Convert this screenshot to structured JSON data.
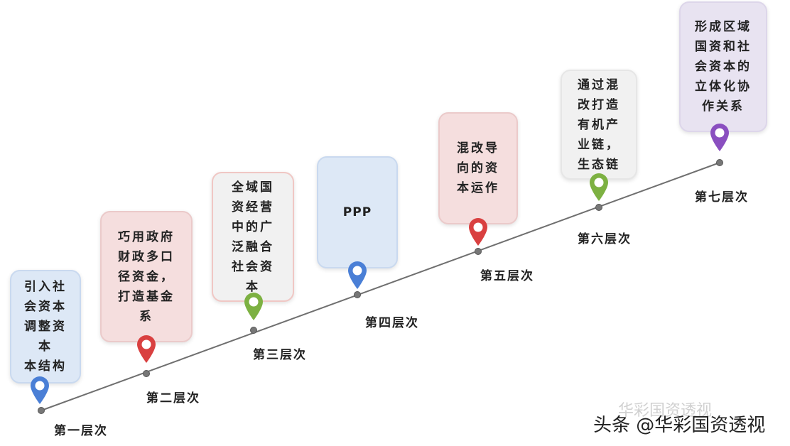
{
  "levels": [
    {
      "label": "第一层次",
      "text": "引入社\n会资本\n调整资本\n本结构",
      "color": "#4a7fd6",
      "box_bg": "#dde8f6",
      "box_border": "#c9d9ef"
    },
    {
      "label": "第二层次",
      "text": "巧用政府\n财政多口\n径资金，\n打造基金\n系",
      "color": "#d94040",
      "box_bg": "#f5dede",
      "box_border": "#ebcaca"
    },
    {
      "label": "第三层次",
      "text": "全域国\n资经营\n中的广\n泛融合\n社会资\n本",
      "color": "#7db142",
      "box_bg": "#f1f1f1",
      "box_border": "#f0c7c4"
    },
    {
      "label": "第四层次",
      "text": "PPP",
      "color": "#4a7fd6",
      "box_bg": "#dde8f6",
      "box_border": "#c9d9ef"
    },
    {
      "label": "第五层次",
      "text": "混改导\n向的资\n本运作",
      "color": "#d94040",
      "box_bg": "#f5dede",
      "box_border": "#ebcaca"
    },
    {
      "label": "第六层次",
      "text": "通过混\n改打造\n有机产\n业链，\n生态链",
      "color": "#7db142",
      "box_bg": "#f1f1f1",
      "box_border": "#e6e6e6"
    },
    {
      "label": "第七层次",
      "text": "形成区域\n国资和社\n会资本的\n立体化协\n作关系",
      "color": "#8a4fc0",
      "box_bg": "#e8e3f1",
      "box_border": "#ddd6ea"
    }
  ],
  "watermark": "头条 @华彩国资透视",
  "watermark_ghost": "华彩国资透视"
}
